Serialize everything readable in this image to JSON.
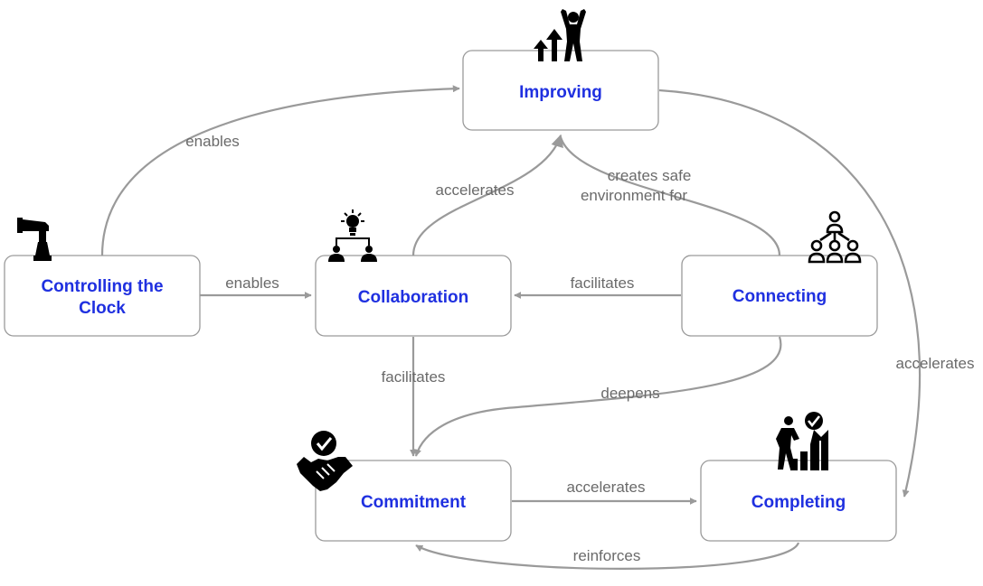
{
  "nodes": {
    "improving": {
      "label": "Improving"
    },
    "controlling": {
      "label_line1": "Controlling the",
      "label_line2": "Clock"
    },
    "collaboration": {
      "label": "Collaboration"
    },
    "connecting": {
      "label": "Connecting"
    },
    "commitment": {
      "label": "Commitment"
    },
    "completing": {
      "label": "Completing"
    }
  },
  "edges": {
    "controlling_improving": "enables",
    "controlling_collaboration": "enables",
    "collaboration_improving": "accelerates",
    "connecting_improving_line1": "creates safe",
    "connecting_improving_line2": "environment for",
    "connecting_collaboration": "facilitates",
    "collaboration_commitment": "facilitates",
    "connecting_commitment": "deepens",
    "improving_completing": "accelerates",
    "commitment_completing": "accelerates",
    "completing_commitment": "reinforces"
  },
  "icons": {
    "improving": "growth-person-icon",
    "controlling": "robot-arm-icon",
    "collaboration": "idea-team-icon",
    "connecting": "network-people-icon",
    "commitment": "handshake-check-icon",
    "completing": "climbing-success-icon"
  },
  "colors": {
    "node_text": "#1f30e0",
    "edge": "#9a9a9a",
    "edge_text": "#6a6a6a"
  }
}
